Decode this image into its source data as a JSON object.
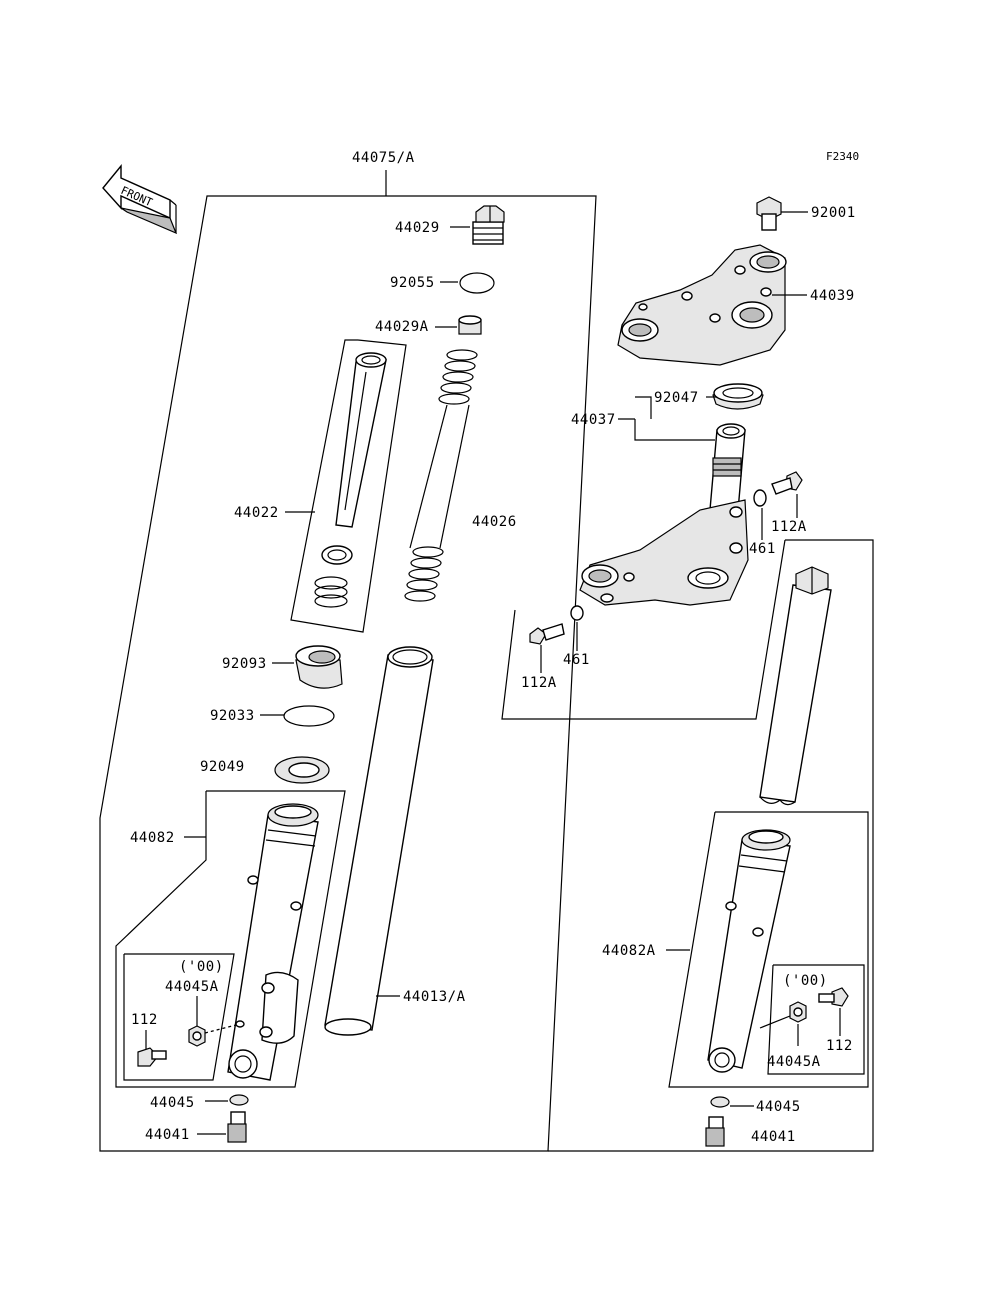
{
  "diagram_code": "F2340",
  "front_label": "FRONT",
  "labels": {
    "l44075A": "44075/A",
    "l44029": "44029",
    "l92055": "92055",
    "l44029A": "44029A",
    "l44022": "44022",
    "l44026": "44026",
    "l92093": "92093",
    "l92033": "92033",
    "l92049": "92049",
    "l44082": "44082",
    "l00_left": "('00)",
    "l44045A_left": "44045A",
    "l112_left": "112",
    "l44013A": "44013/A",
    "l44045_left": "44045",
    "l44041_left": "44041",
    "l92001": "92001",
    "l44039": "44039",
    "l92047": "92047",
    "l44037": "44037",
    "l112A_top": "112A",
    "l461_top": "461",
    "l461_bottom": "461",
    "l112A_bottom": "112A",
    "l44082A": "44082A",
    "l00_right": "('00)",
    "l112_right": "112",
    "l44045A_right": "44045A",
    "l44045_right": "44045",
    "l44041_right": "44041"
  }
}
